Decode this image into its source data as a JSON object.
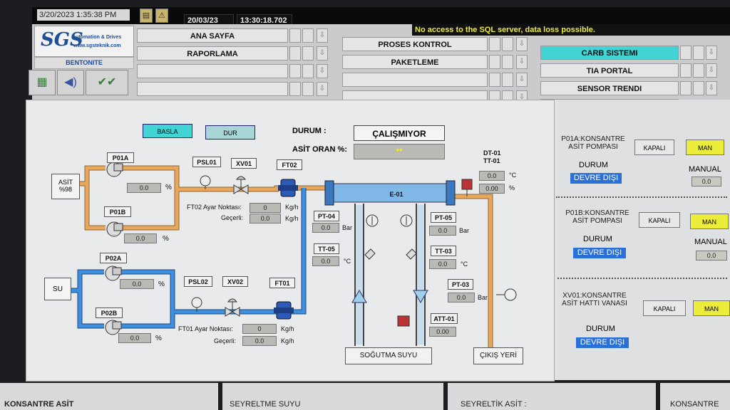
{
  "topbar": {
    "timestamp": "3/20/2023 1:35:38 PM",
    "date": "20/03/23",
    "time": "13:30:18.702",
    "alarm": "No access to the SQL server, data loss possible."
  },
  "logo": {
    "brand": "SGS",
    "line1": "Automation & Drives",
    "line2": "www.sgsteknik.com",
    "plant": "BENTONITE"
  },
  "nav": {
    "col1": [
      "ANA SAYFA",
      "RAPORLAMA"
    ],
    "col2": [
      "PROSES KONTROL",
      "PAKETLEME"
    ],
    "col3": [
      "CARB SISTEMI",
      "TIA PORTAL",
      "SENSOR TRENDI"
    ]
  },
  "process": {
    "start_btn": "BASLA",
    "stop_btn": "DUR",
    "durum_label": "DURUM :",
    "durum_value": "ÇALIŞMIYOR",
    "asit_oran_label": "ASİT ORAN %:",
    "asit_oran_value": "**",
    "asit_tank": "ASİT %98",
    "su_tank": "SU",
    "p01a": "P01A",
    "p01a_val": "0.0",
    "p01b": "P01B",
    "p01b_val": "0.0",
    "p02a": "P02A",
    "p02a_val": "0.0",
    "p02b": "P02B",
    "p02b_val": "0.0",
    "psl01": "PSL01",
    "xv01": "XV01",
    "ft02": "FT02",
    "psl02": "PSL02",
    "xv02": "XV02",
    "ft01": "FT01",
    "ft02_setpoint_label": "FT02 Ayar Noktası:",
    "ft02_setpoint": "0",
    "ft02_actual_label": "Geçerli:",
    "ft02_actual": "0.0",
    "ft01_setpoint_label": "FT01 Ayar Noktası:",
    "ft01_setpoint": "0",
    "ft01_actual_label": "Geçerli:",
    "ft01_actual": "0.0",
    "e01": "E-01",
    "dt01": "DT-01",
    "tt01": "TT-01",
    "dt01_val": "0.0",
    "tt01_val": "0.00",
    "pt04": "PT-04",
    "pt04_val": "0.0",
    "tt05": "TT-05",
    "tt05_val": "0.0",
    "pt05": "PT-05",
    "pt05_val": "0.0",
    "tt03": "TT-03",
    "tt03_val": "0.0",
    "pt03": "PT-03",
    "pt03_val": "0.0",
    "att01": "ATT-01",
    "att01_val": "0.00",
    "cooling": "SOĞUTMA SUYU",
    "outlet": "ÇIKIŞ YERİ",
    "u_pct": "%",
    "u_kgh": "Kg/h",
    "u_bar": "Bar",
    "u_c": "°C"
  },
  "side": {
    "p01a_title": "P01A:KONSANTRE ASİT POMPASI",
    "p01b_title": "P01B:KONSANTRE ASİT POMPASI",
    "xv01_title": "XV01:KONSANTRE ASİT HATTI VANASI",
    "closed": "KAPALI",
    "man": "MAN",
    "durum": "DURUM",
    "devre": "DEVRE DIŞI",
    "manual": "MANUAL",
    "manual_val": "0.0"
  },
  "bottom": [
    "KONSANTRE ASİT",
    "SEYRELTME SUYU",
    "SEYRELTİK ASİT :",
    "KONSANTRE"
  ],
  "colors": {
    "acid_pipe": "#e8a75a",
    "water_pipe": "#3d8fe0",
    "active_nav": "#42d4d4",
    "status_blue": "#2b6fd8"
  }
}
